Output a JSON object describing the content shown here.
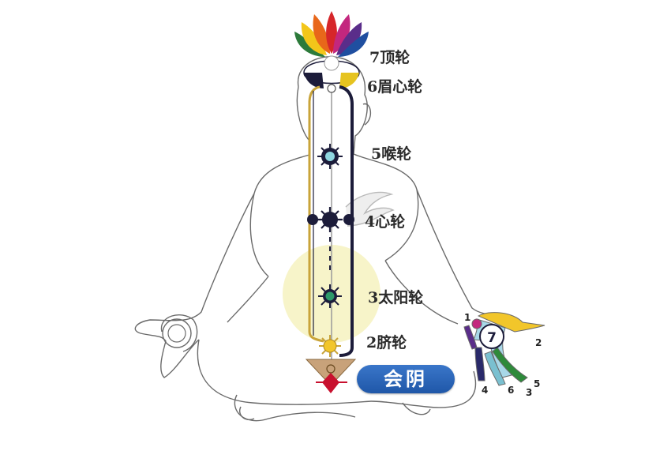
{
  "chakra_labels": {
    "crown": "7顶轮",
    "brow": "6眉心轮",
    "throat": "5喉轮",
    "heart": "4心轮",
    "solar": "3太阳轮",
    "sacral": "2脐轮"
  },
  "root_badge": "会阴",
  "hand_circle_number": "7",
  "finger_numbers": [
    "1",
    "2",
    "3",
    "4",
    "5",
    "6"
  ],
  "colors": {
    "badge": "#2a66b8",
    "channel_dark": "#1c1c3a",
    "channel_gold": "#c9a43a",
    "solar_glow": "#f5f0b8",
    "root_red": "#c8102e"
  }
}
